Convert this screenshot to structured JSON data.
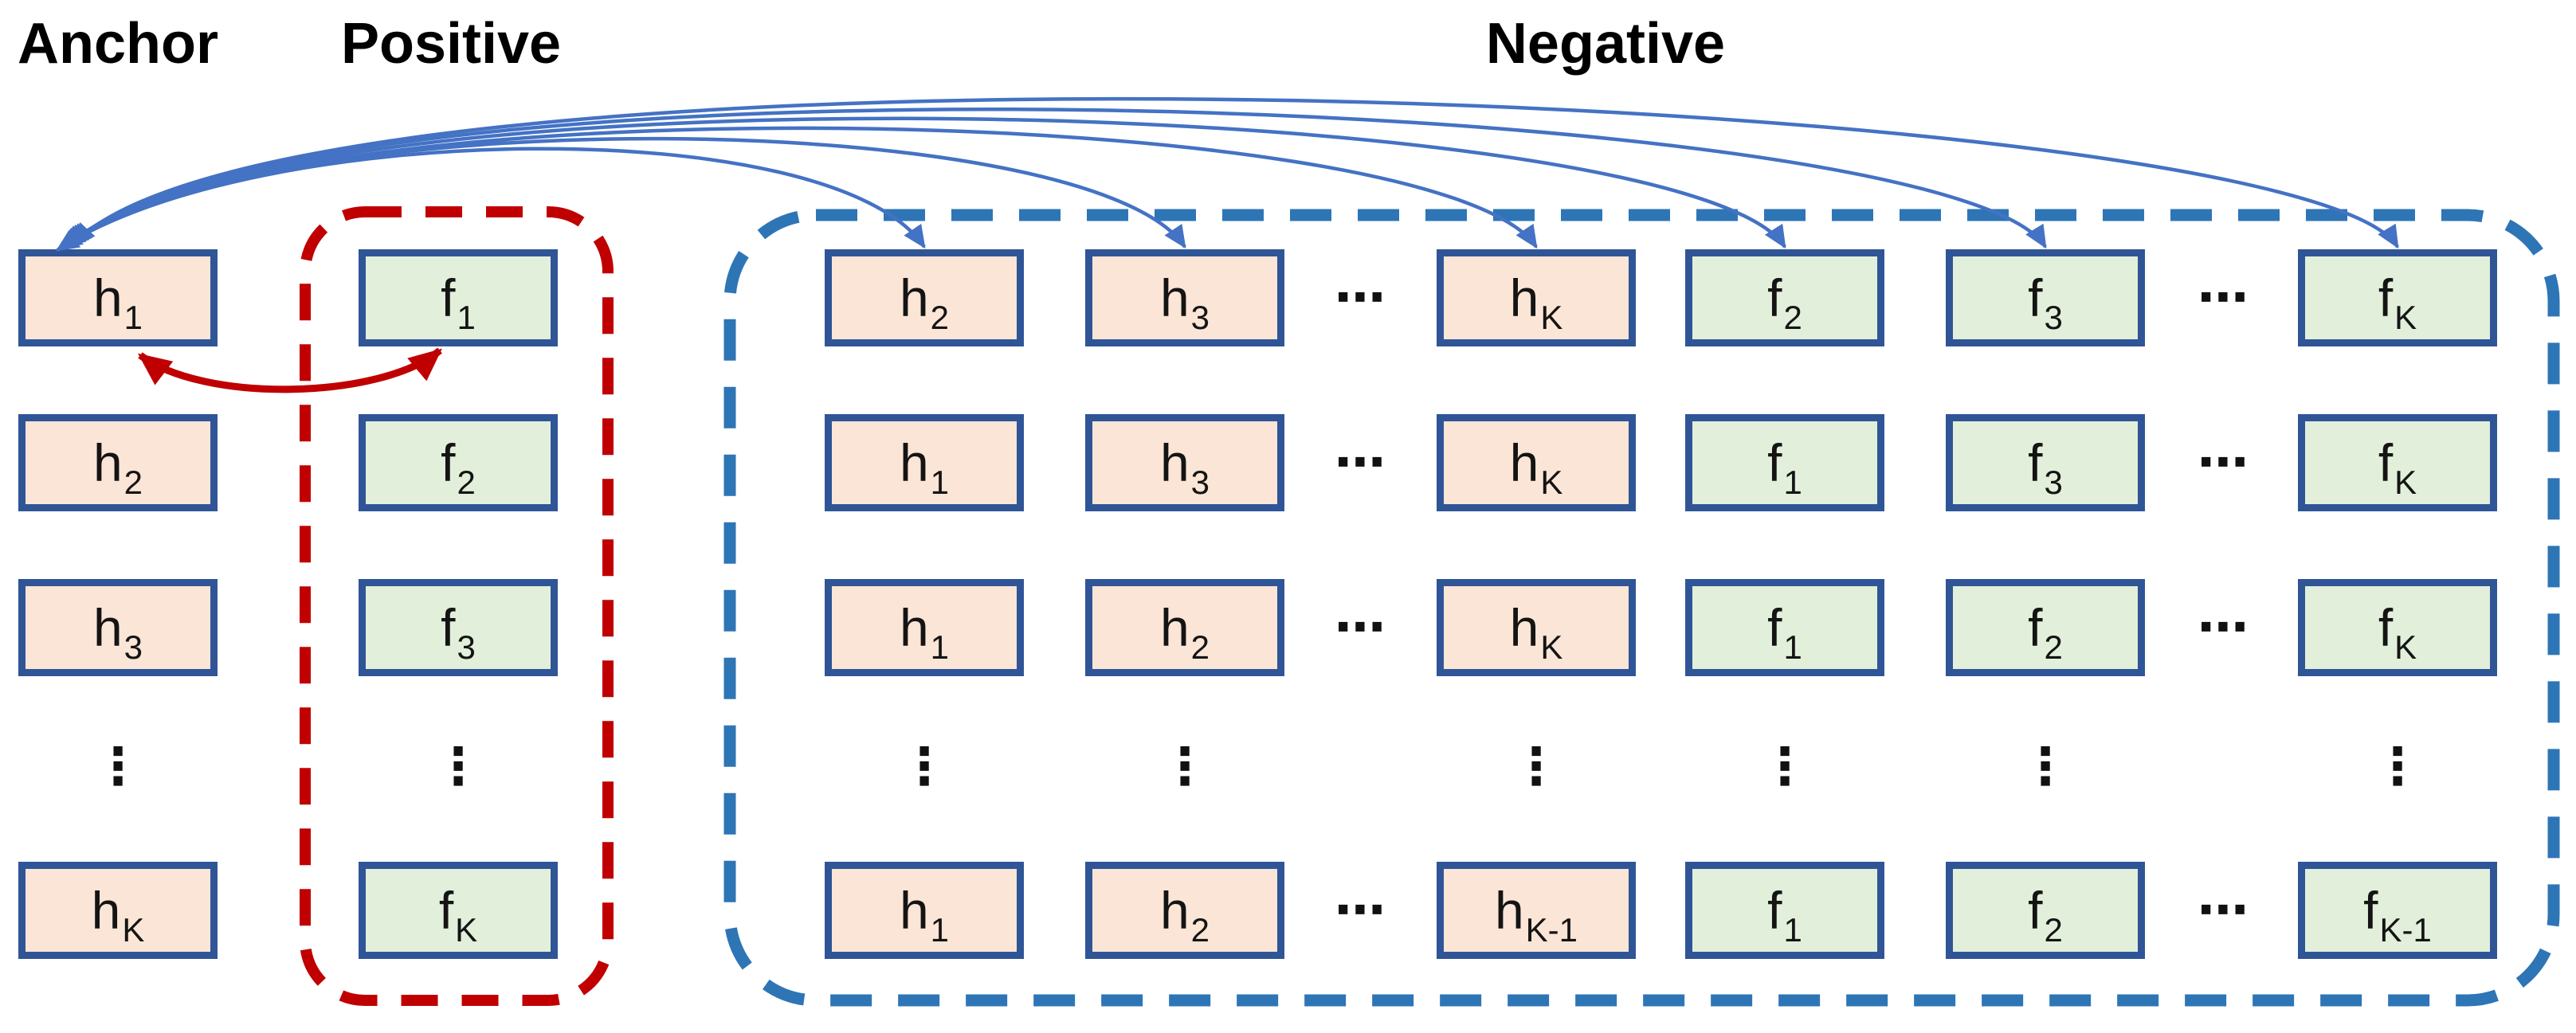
{
  "labels": {
    "anchor": "Anchor",
    "positive": "Positive",
    "negative": "Negative"
  },
  "colors": {
    "anchor_fill": "#FBE5D6",
    "positive_fill": "#E2EFDA",
    "box_border": "#2F5597",
    "group_dash_blue": "#2E75B6",
    "group_dash_red": "#C00000",
    "arrow_blue": "#4472C4",
    "arrow_red": "#C00000",
    "text": "#000000"
  },
  "anchor_column": {
    "cells": [
      {
        "base": "h",
        "sub": "1"
      },
      {
        "base": "h",
        "sub": "2"
      },
      {
        "base": "h",
        "sub": "3"
      },
      {
        "ellipsis": "⋮"
      },
      {
        "base": "h",
        "sub": "K"
      }
    ]
  },
  "positive_column": {
    "cells": [
      {
        "base": "f",
        "sub": "1"
      },
      {
        "base": "f",
        "sub": "2"
      },
      {
        "base": "f",
        "sub": "3"
      },
      {
        "ellipsis": "⋮"
      },
      {
        "base": "f",
        "sub": "K"
      }
    ]
  },
  "negative_grid": {
    "rows": [
      {
        "cells": [
          {
            "base": "h",
            "sub": "2"
          },
          {
            "base": "h",
            "sub": "3"
          },
          {
            "ellipsis": "⋯"
          },
          {
            "base": "h",
            "sub": "K"
          },
          {
            "base": "f",
            "sub": "2"
          },
          {
            "base": "f",
            "sub": "3"
          },
          {
            "ellipsis": "⋯"
          },
          {
            "base": "f",
            "sub": "K"
          }
        ]
      },
      {
        "cells": [
          {
            "base": "h",
            "sub": "1"
          },
          {
            "base": "h",
            "sub": "3"
          },
          {
            "ellipsis": "⋯"
          },
          {
            "base": "h",
            "sub": "K"
          },
          {
            "base": "f",
            "sub": "1"
          },
          {
            "base": "f",
            "sub": "3"
          },
          {
            "ellipsis": "⋯"
          },
          {
            "base": "f",
            "sub": "K"
          }
        ]
      },
      {
        "cells": [
          {
            "base": "h",
            "sub": "1"
          },
          {
            "base": "h",
            "sub": "2"
          },
          {
            "ellipsis": "⋯"
          },
          {
            "base": "h",
            "sub": "K"
          },
          {
            "base": "f",
            "sub": "1"
          },
          {
            "base": "f",
            "sub": "2"
          },
          {
            "ellipsis": "⋯"
          },
          {
            "base": "f",
            "sub": "K"
          }
        ]
      },
      {
        "cells": [
          {
            "ellipsis": "⋮"
          },
          {
            "ellipsis": "⋮"
          },
          {
            "ellipsis": ""
          },
          {
            "ellipsis": "⋮"
          },
          {
            "ellipsis": "⋮"
          },
          {
            "ellipsis": "⋮"
          },
          {
            "ellipsis": ""
          },
          {
            "ellipsis": "⋮"
          }
        ]
      },
      {
        "cells": [
          {
            "base": "h",
            "sub": "1"
          },
          {
            "base": "h",
            "sub": "2"
          },
          {
            "ellipsis": "⋯"
          },
          {
            "base": "h",
            "sub": "K-1"
          },
          {
            "base": "f",
            "sub": "1"
          },
          {
            "base": "f",
            "sub": "2"
          },
          {
            "ellipsis": "⋯"
          },
          {
            "base": "f",
            "sub": "K-1"
          }
        ]
      }
    ]
  }
}
